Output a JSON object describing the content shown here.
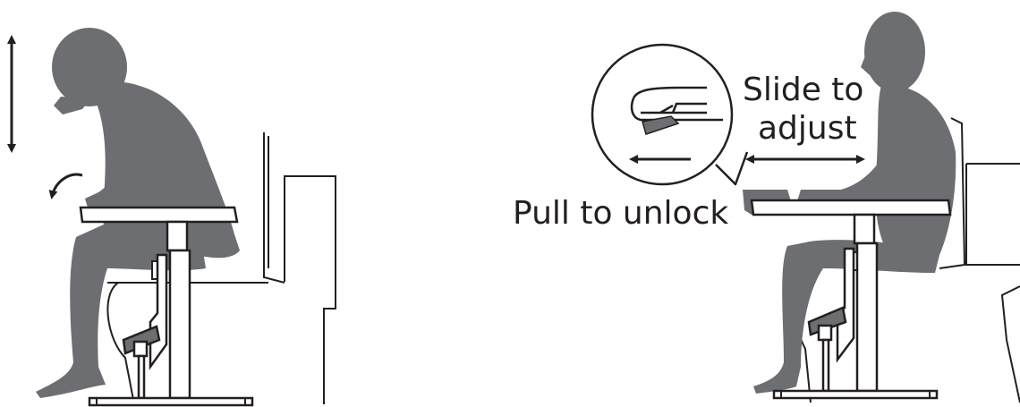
{
  "labels": {
    "slide_line1": "Slide to",
    "slide_line2": "adjust",
    "pull": "Pull to unlock"
  },
  "colors": {
    "figure": "#6d6e71",
    "outline": "#231f20",
    "background": "#ffffff"
  },
  "icons": {
    "vertical_arrow": "double-vertical-arrow-icon",
    "rotate_arrow": "curved-rotate-arrow-icon",
    "horizontal_arrow": "double-horizontal-arrow-icon",
    "pull_arrow": "left-arrow-icon"
  }
}
